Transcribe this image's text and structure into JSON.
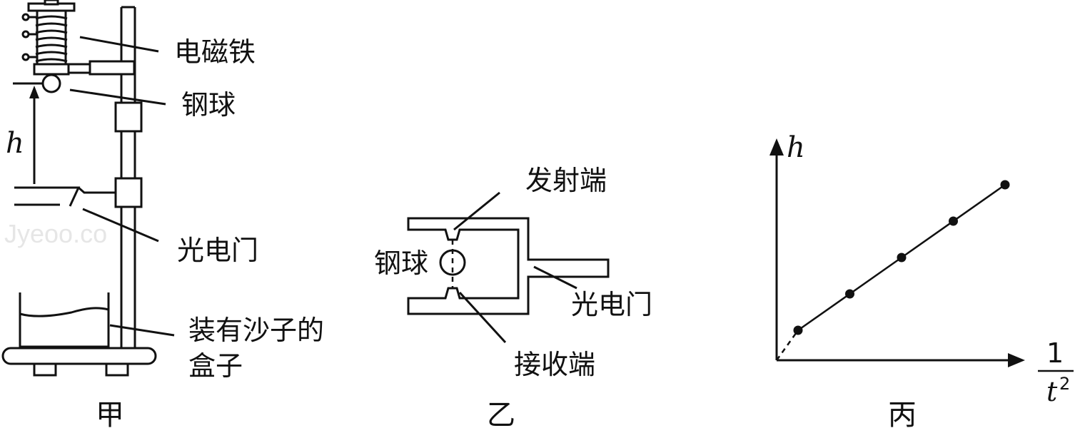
{
  "watermark": "Jyeoo.co",
  "jia": {
    "label_electromagnet": "电磁铁",
    "label_ball": "钢球",
    "label_height": "h",
    "label_photogate": "光电门",
    "label_box_line1": "装有沙子的",
    "label_box_line2": "盒子",
    "caption": "甲"
  },
  "yi": {
    "label_emitter": "发射端",
    "label_ball": "钢球",
    "label_photogate": "光电门",
    "label_receiver": "接收端",
    "caption": "乙"
  },
  "bing": {
    "y_axis_label": "h",
    "x_axis_numerator": "1",
    "x_axis_denominator": "t",
    "x_axis_exponent": "2",
    "caption": "丙"
  },
  "chart_data": {
    "type": "scatter",
    "title": "",
    "xlabel": "1/t²",
    "ylabel": "h",
    "series": [
      {
        "x": [
          1,
          2,
          3,
          4,
          5
        ],
        "y": [
          1,
          2,
          3,
          4,
          5
        ]
      }
    ],
    "fit_line": {
      "through_origin": true,
      "dashed_near_origin": true
    },
    "grid": false
  }
}
